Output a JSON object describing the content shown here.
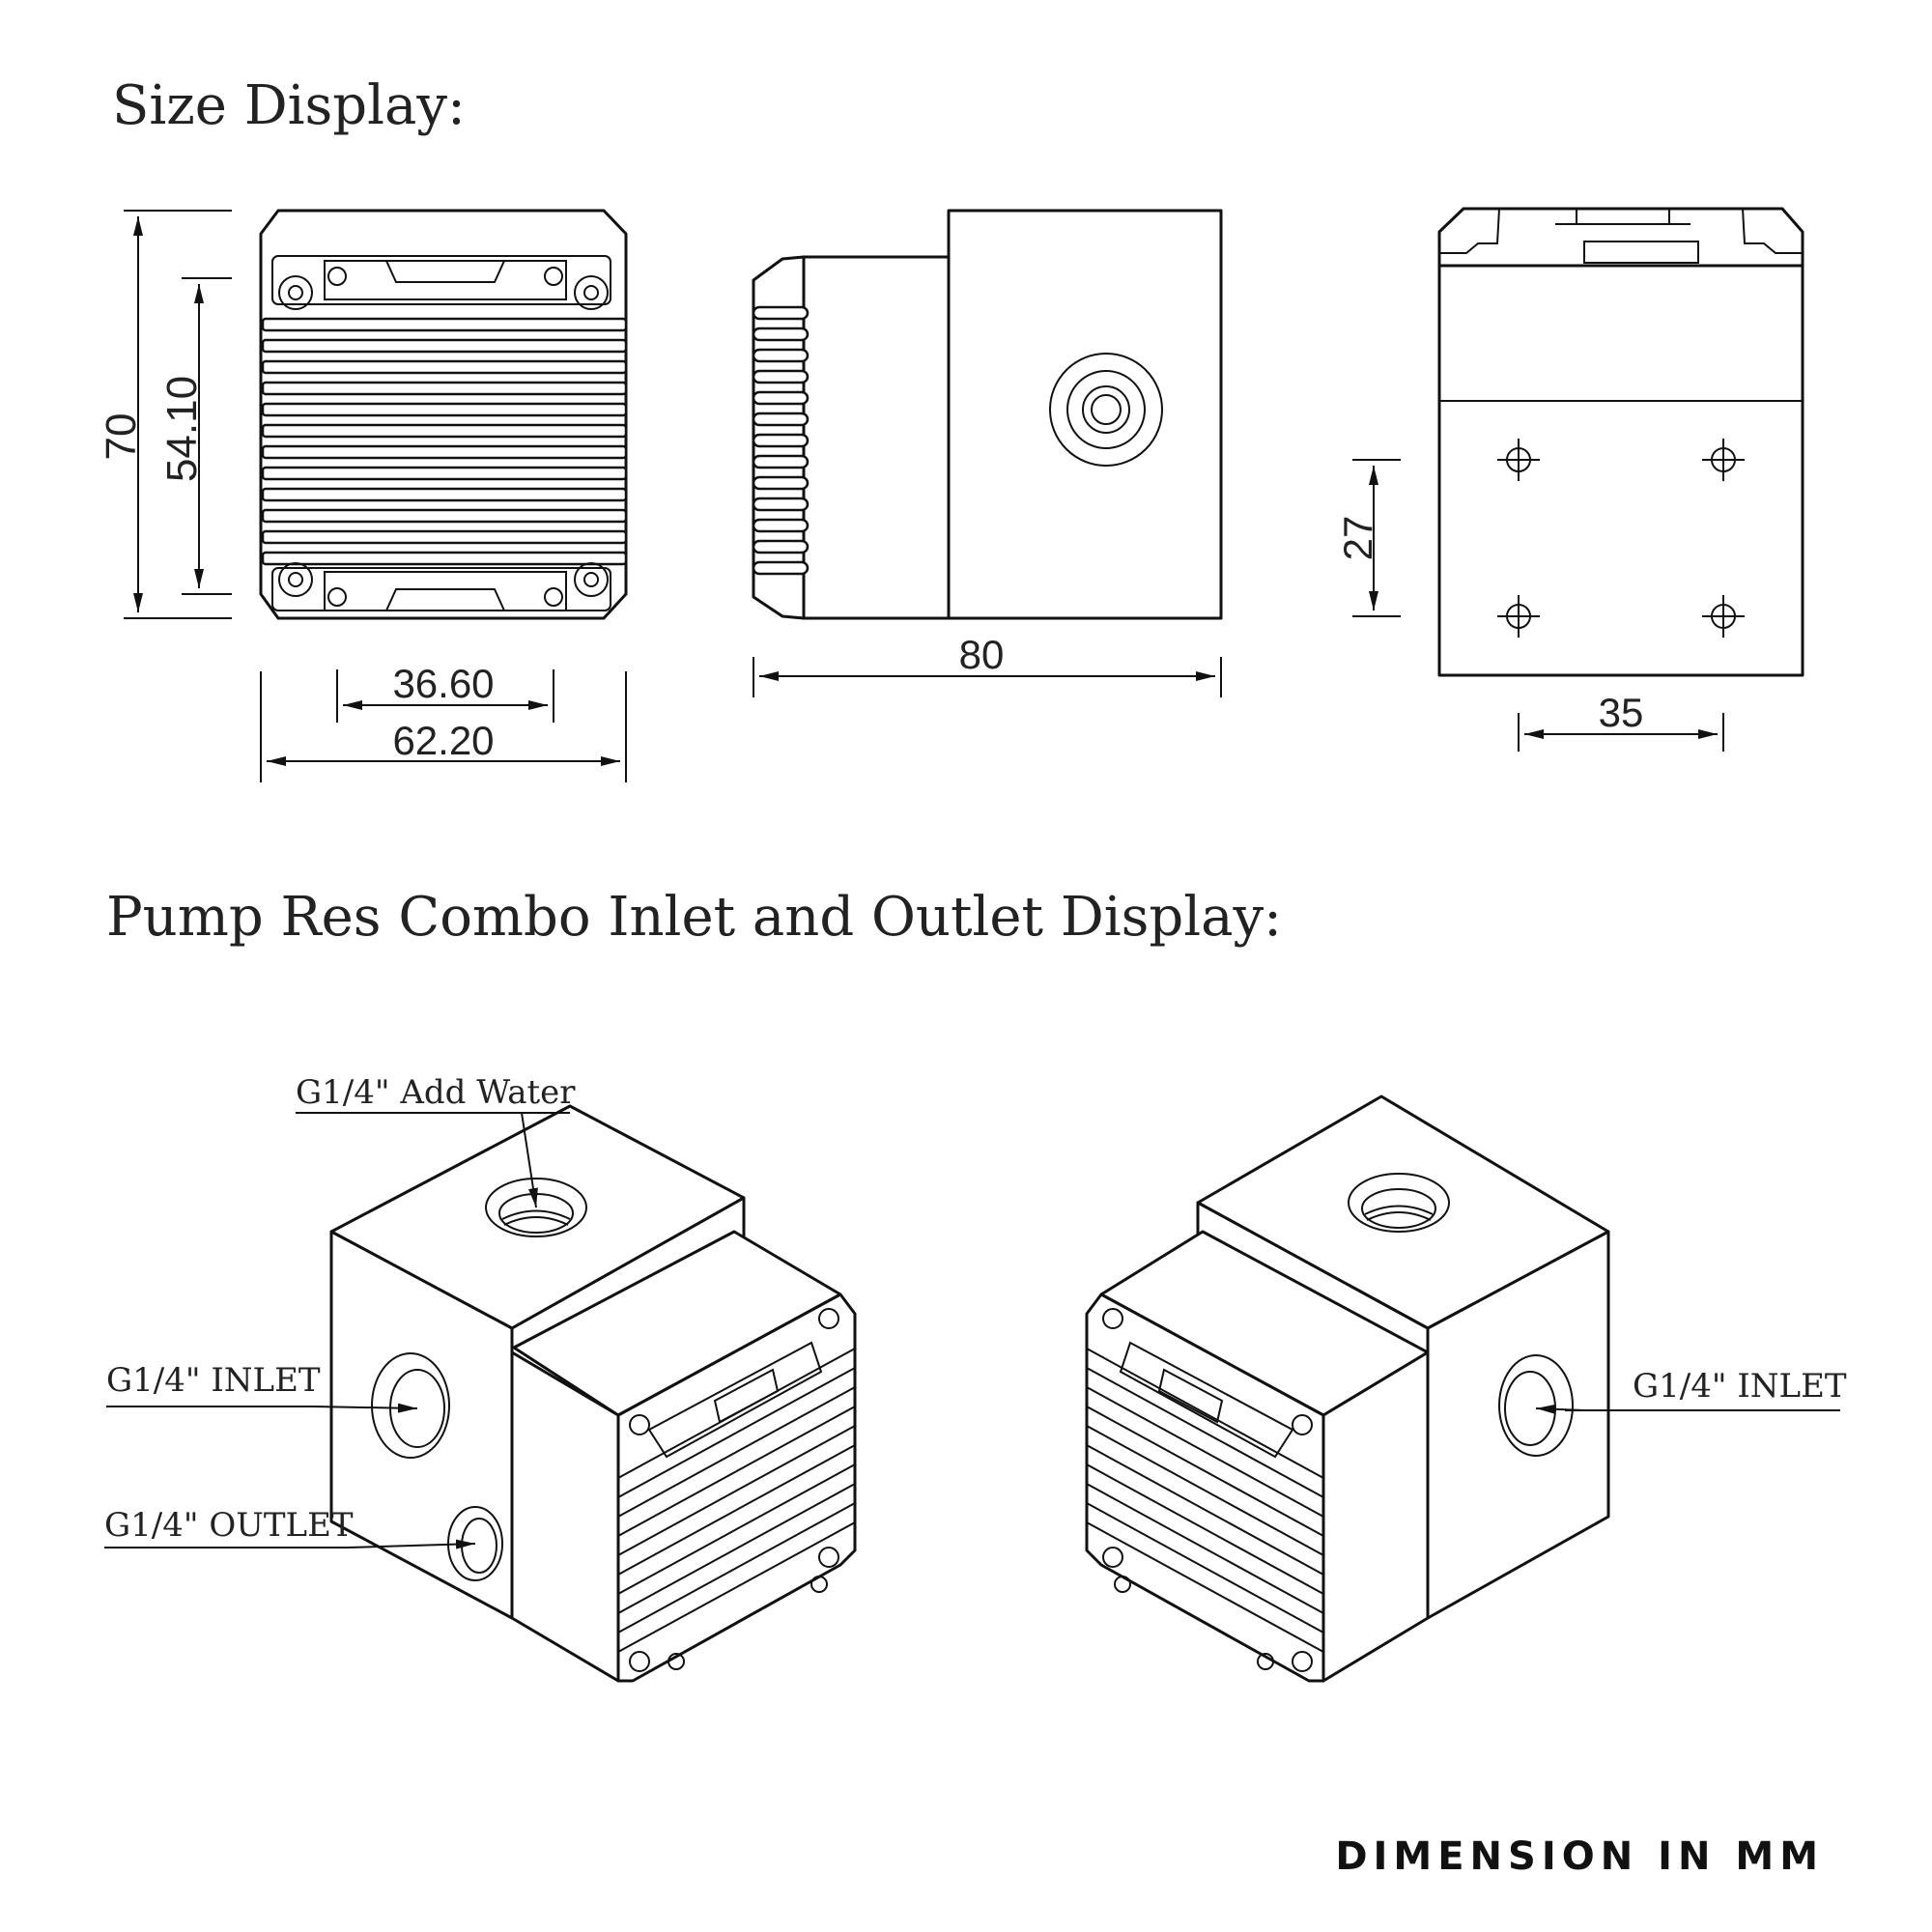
{
  "headings": {
    "size_display": "Size Display:",
    "inlet_outlet_display": "Pump Res Combo Inlet and Outlet Display:"
  },
  "dimensions": {
    "height_total": "70",
    "height_inner": "54.10",
    "width_inner": "36.60",
    "width_total": "62.20",
    "length": "80",
    "hole_vertical": "27",
    "hole_horizontal": "35"
  },
  "port_labels": {
    "add_water": "G1/4\" Add Water",
    "inlet_left": "G1/4\" INLET",
    "outlet": "G1/4\" OUTLET",
    "inlet_right": "G1/4\" INLET"
  },
  "footer": {
    "note": "DIMENSION IN MM"
  }
}
